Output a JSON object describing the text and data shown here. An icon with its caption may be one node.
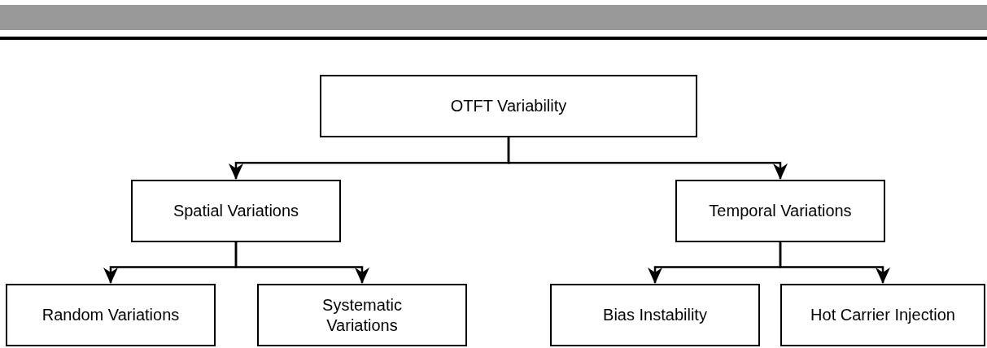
{
  "diagram": {
    "nodes": [
      {
        "text": [
          "OTFT Variability"
        ]
      },
      {
        "text": [
          "Spatial Variations"
        ]
      },
      {
        "text": [
          "Temporal Variations"
        ]
      },
      {
        "text": [
          "Random Variations"
        ]
      },
      {
        "text": [
          "Systematic Variations"
        ]
      },
      {
        "text": [
          "Bias Instability"
        ]
      },
      {
        "text": [
          "Hot Carrier Injection"
        ]
      }
    ],
    "edges": [
      {
        "from": 0,
        "to": 1,
        "arrow": "to"
      },
      {
        "from": 0,
        "to": 2,
        "arrow": "to"
      },
      {
        "from": 1,
        "to": 3,
        "arrow": "to"
      },
      {
        "from": 1,
        "to": 4,
        "arrow": "to"
      },
      {
        "from": 2,
        "to": 5,
        "arrow": "to"
      },
      {
        "from": 2,
        "to": 6,
        "arrow": "to"
      }
    ]
  }
}
